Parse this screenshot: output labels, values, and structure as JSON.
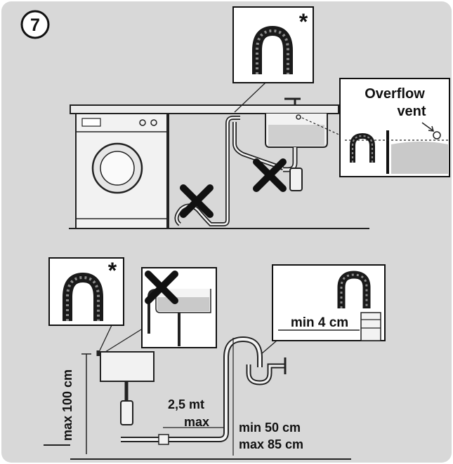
{
  "step_number": "7",
  "asterisk": "*",
  "labels": {
    "overflow_line1": "Overflow",
    "overflow_line2": "vent",
    "min_4cm": "min 4 cm",
    "max_100cm": "max 100 cm",
    "length_line1": "2,5 mt",
    "length_line2": "max",
    "min_50cm": "min 50 cm",
    "max_85cm": "max 85 cm"
  },
  "colors": {
    "panel_bg": "#d8d8d8",
    "line": "#222222",
    "appliance": "#f2f2f2",
    "water": "#c9c9c9"
  },
  "icons": [
    "hose-u-icon",
    "cross-icon",
    "sink-icon",
    "washing-machine-icon"
  ]
}
